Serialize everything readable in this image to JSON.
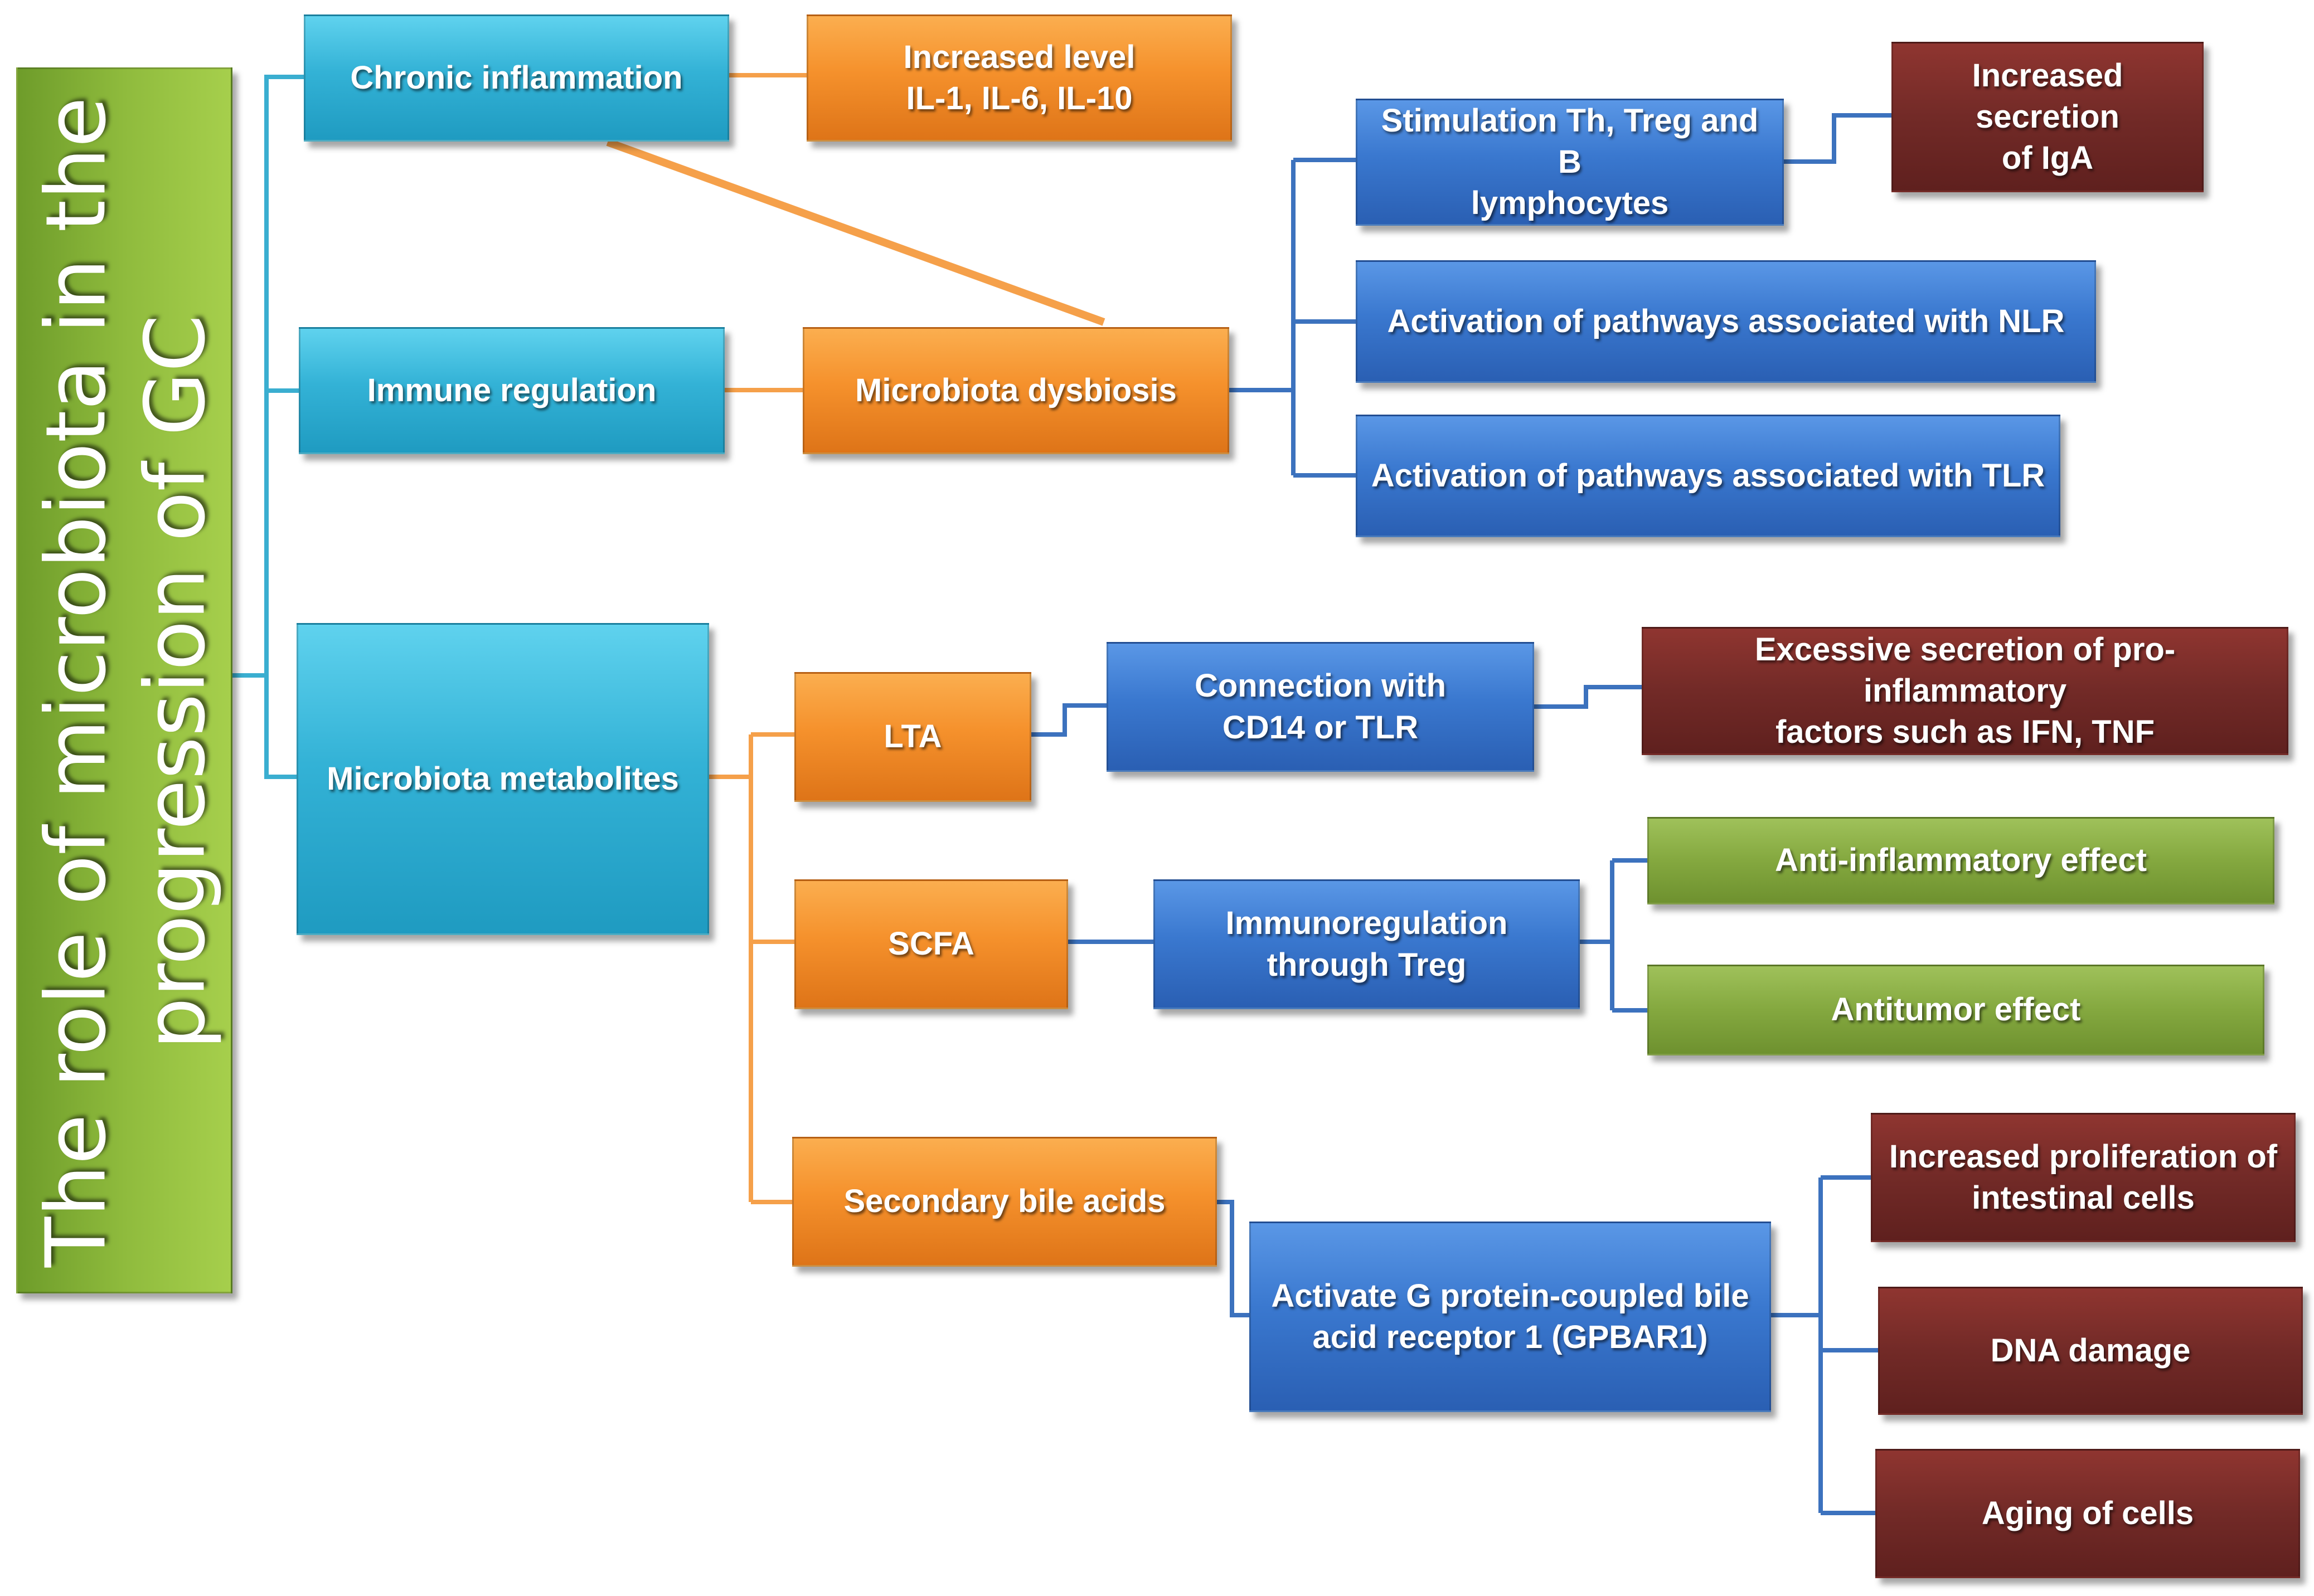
{
  "title": {
    "lines": [
      "The role of microbiota in the",
      "progression of GC"
    ]
  },
  "level1": {
    "chronic_inflammation": "Chronic inflammation",
    "immune_regulation": "Immune regulation",
    "microbiota_metabolites": "Microbiota metabolites"
  },
  "level2": {
    "increased_level": [
      "Increased level",
      "IL-1, IL-6, IL-10"
    ],
    "microbiota_dysbiosis": "Microbiota dysbiosis",
    "lta": "LTA",
    "scfa": "SCFA",
    "secondary_bile_acids": "Secondary bile acids"
  },
  "level3": {
    "stimulation": [
      "Stimulation Th, Treg and B",
      "lymphocytes"
    ],
    "nlr": "Activation of pathways associated with NLR",
    "tlr": "Activation of pathways associated with TLR",
    "cd14": [
      "Connection with",
      "CD14 or TLR"
    ],
    "immunoregulation": [
      "Immunoregulation",
      "through Treg"
    ],
    "gpbar1": [
      "Activate G protein-coupled bile",
      "acid receptor 1 (GPBAR1)"
    ]
  },
  "level4": {
    "iga": [
      "Increased secretion",
      "of IgA"
    ],
    "excessive_secretion": [
      "Excessive secretion of pro-inflammatory",
      "factors such as IFN, TNF"
    ],
    "anti_inflammatory": "Anti-inflammatory effect",
    "antitumor": "Antitumor effect",
    "proliferation": [
      "Increased proliferation of",
      "intestinal cells"
    ],
    "dna_damage": "DNA damage",
    "aging": "Aging of cells"
  },
  "colors": {
    "title_green": "#8fbb3d",
    "cyan": "#33b2d6",
    "orange": "#f5912c",
    "blue": "#3a78cf",
    "maroon": "#722a27",
    "green": "#84a83f",
    "connector_cyan": "#3aaed0",
    "connector_orange": "#f5a04a",
    "connector_blue": "#3c72be"
  }
}
